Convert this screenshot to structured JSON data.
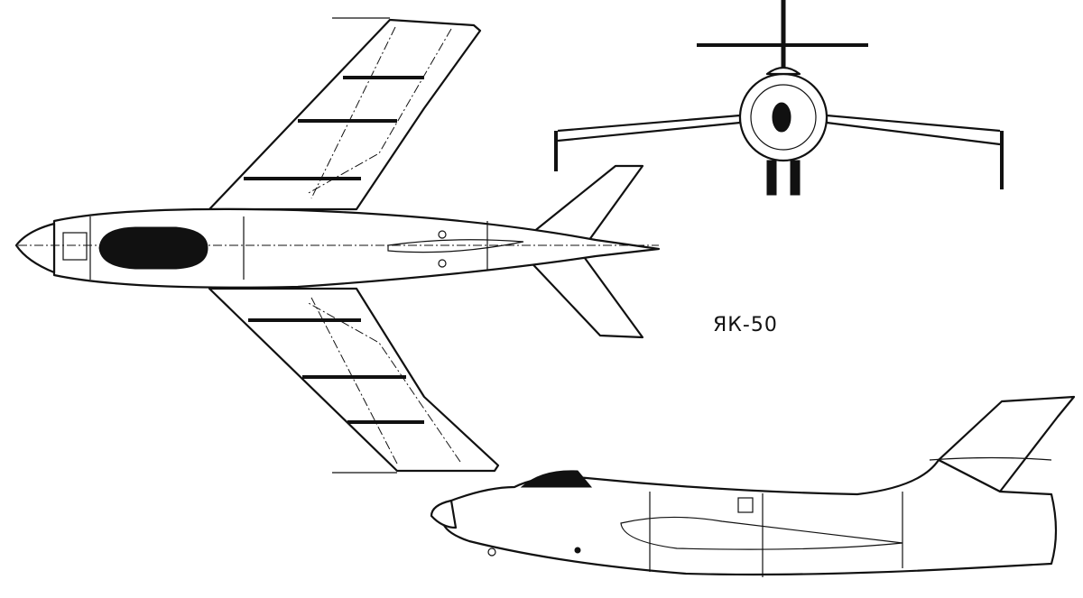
{
  "title": "ЯК-50",
  "views": [
    "top-view",
    "front-view",
    "side-view"
  ]
}
